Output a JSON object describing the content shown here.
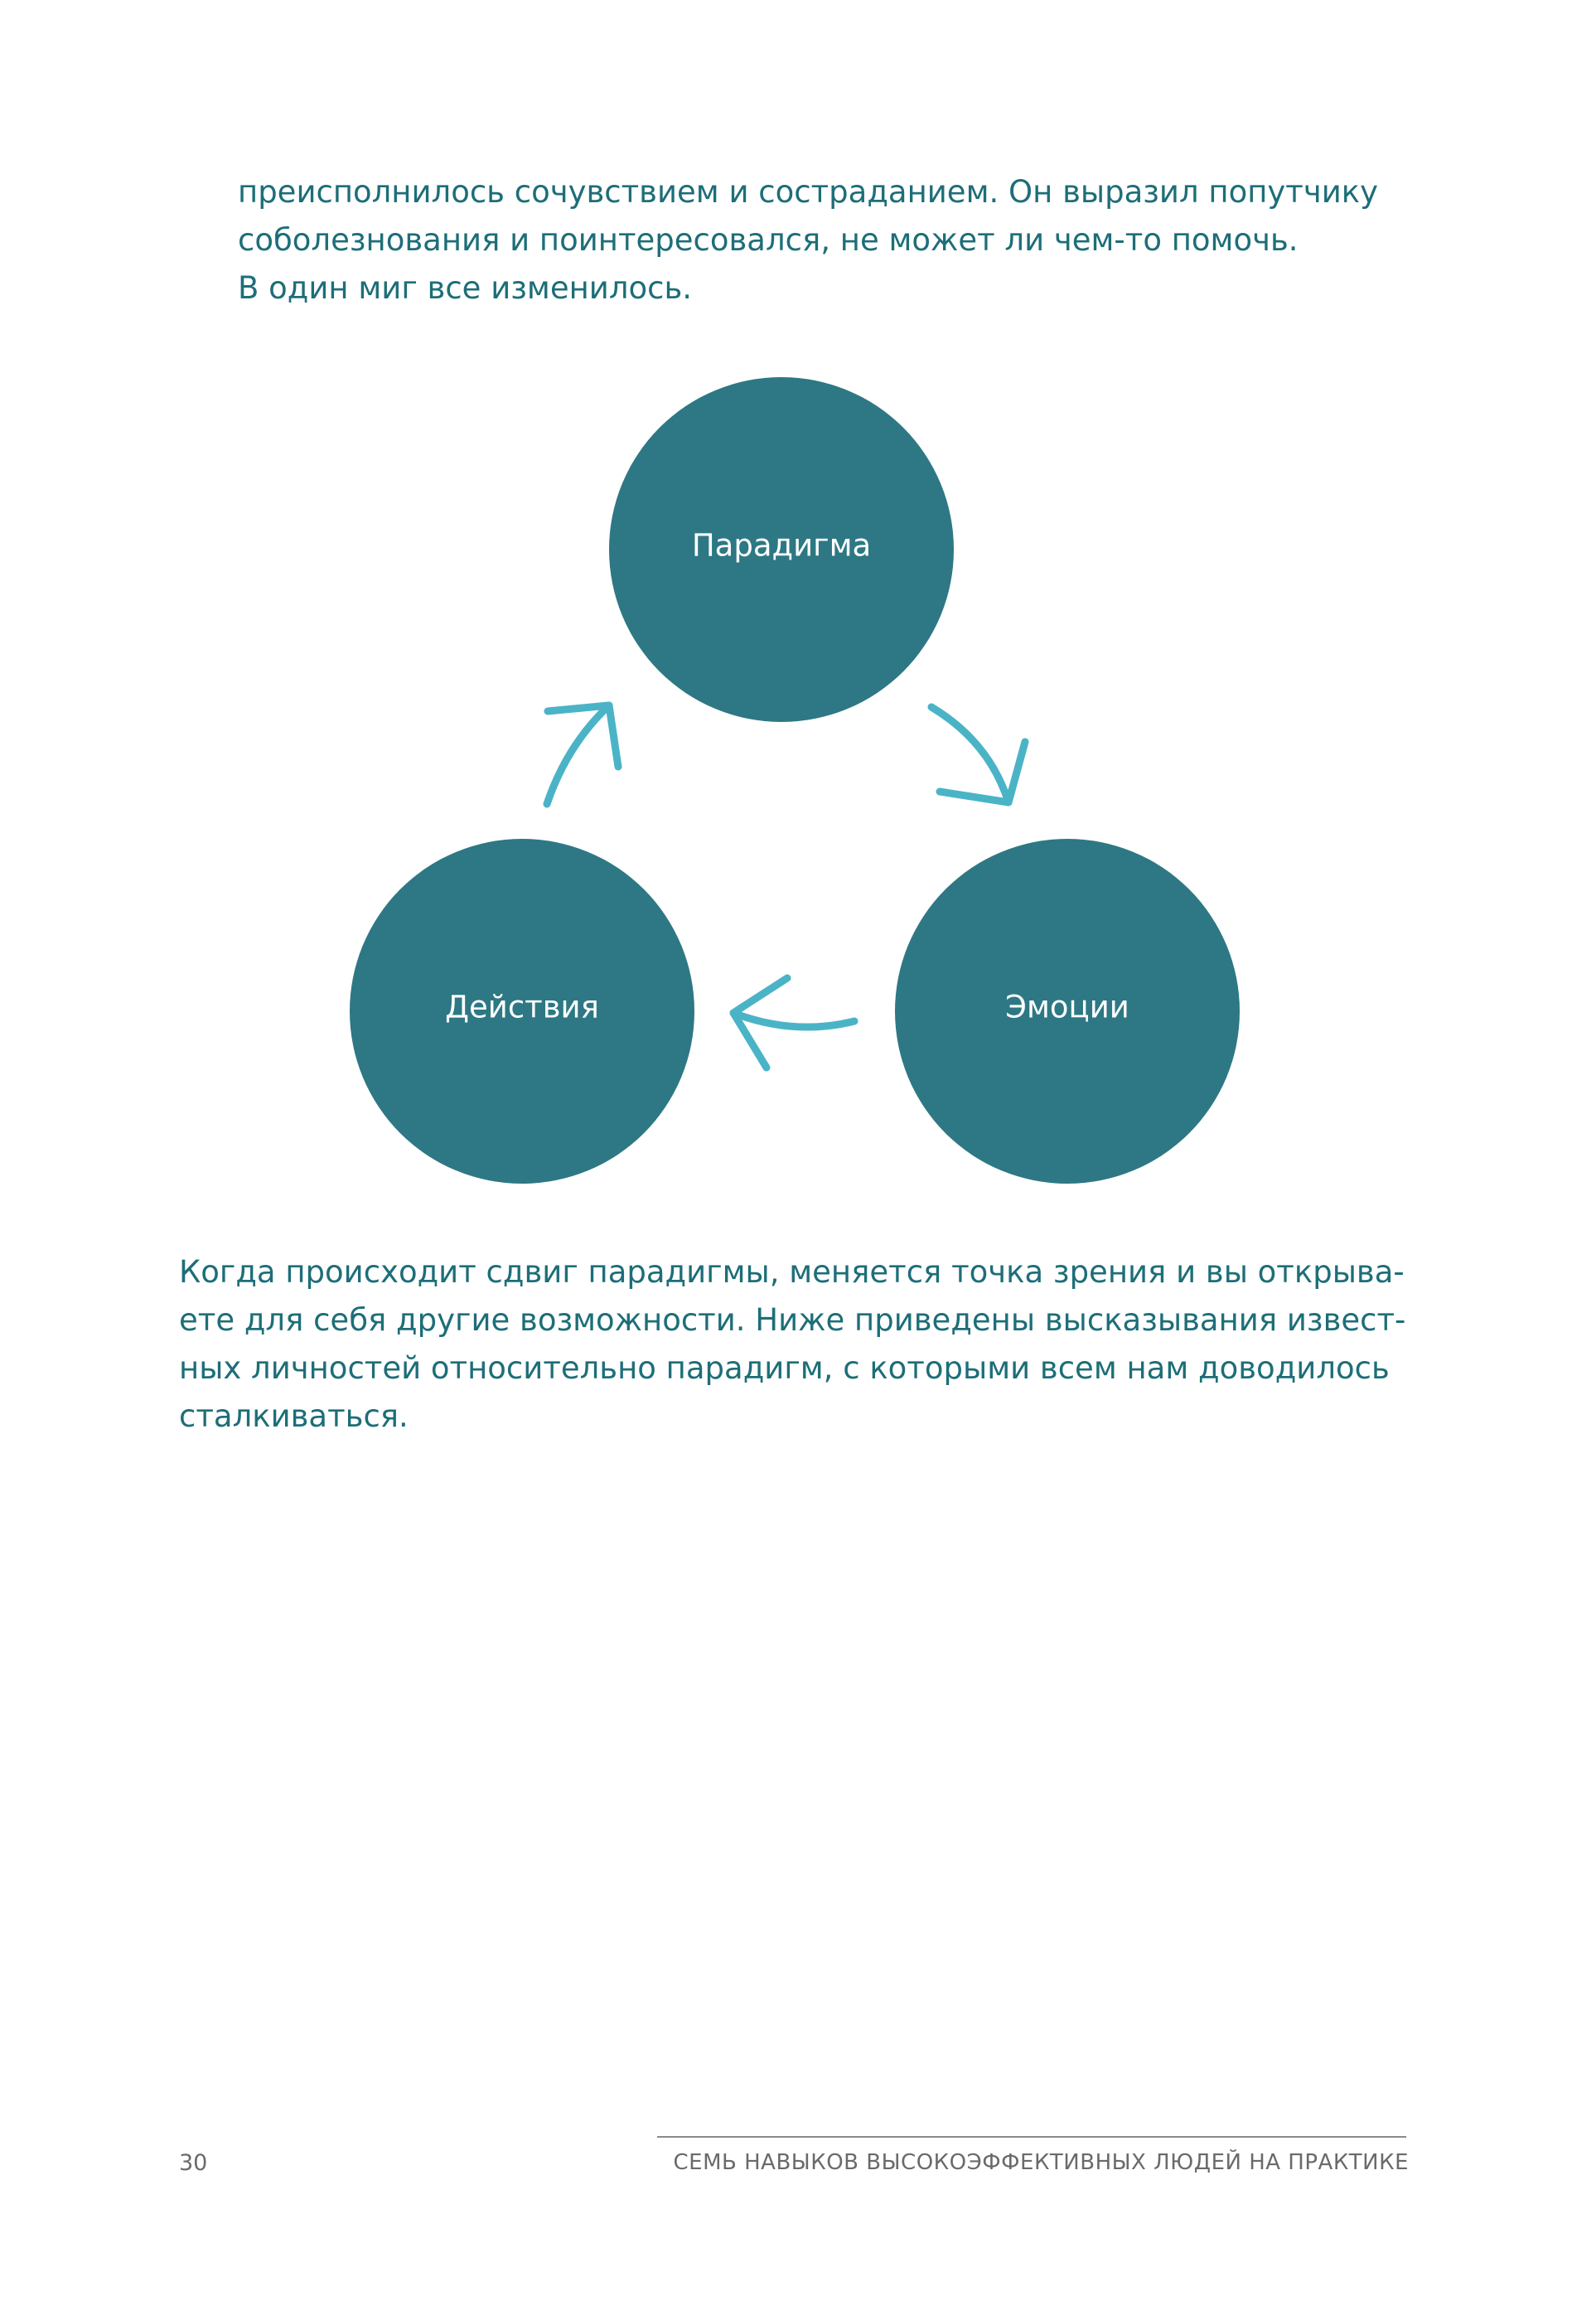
{
  "intro_paragraph": {
    "lines": [
      "преисполнилось сочувствием и состраданием. Он выразил попутчику",
      "соболезнования и поинтересовался, не может ли чем-то помочь.",
      "В один миг все изменилось."
    ]
  },
  "cycle_diagram": {
    "nodes": [
      {
        "id": "paradigm",
        "label": "Парадигма"
      },
      {
        "id": "emotions",
        "label": "Эмоции"
      },
      {
        "id": "actions",
        "label": "Действия"
      }
    ],
    "flow": [
      "paradigm → emotions",
      "emotions → actions",
      "actions → paradigm"
    ],
    "colors": {
      "node_fill": "#2d7884",
      "arrow": "#4ab4c6",
      "text": "#1d6e78"
    }
  },
  "body_paragraph": {
    "lines": [
      "Когда происходит сдвиг парадигмы, меняется точка зрения и вы открыва-",
      "ете для себя другие возможности. Ниже приведены высказывания извест-",
      "ных личностей относительно парадигм, с которыми всем нам доводилось",
      "сталкиваться."
    ]
  },
  "footer": {
    "page_number": "30",
    "running_title": "СЕМЬ НАВЫКОВ ВЫСОКОЭФФЕКТИВНЫХ ЛЮДЕЙ НА ПРАКТИКЕ"
  }
}
